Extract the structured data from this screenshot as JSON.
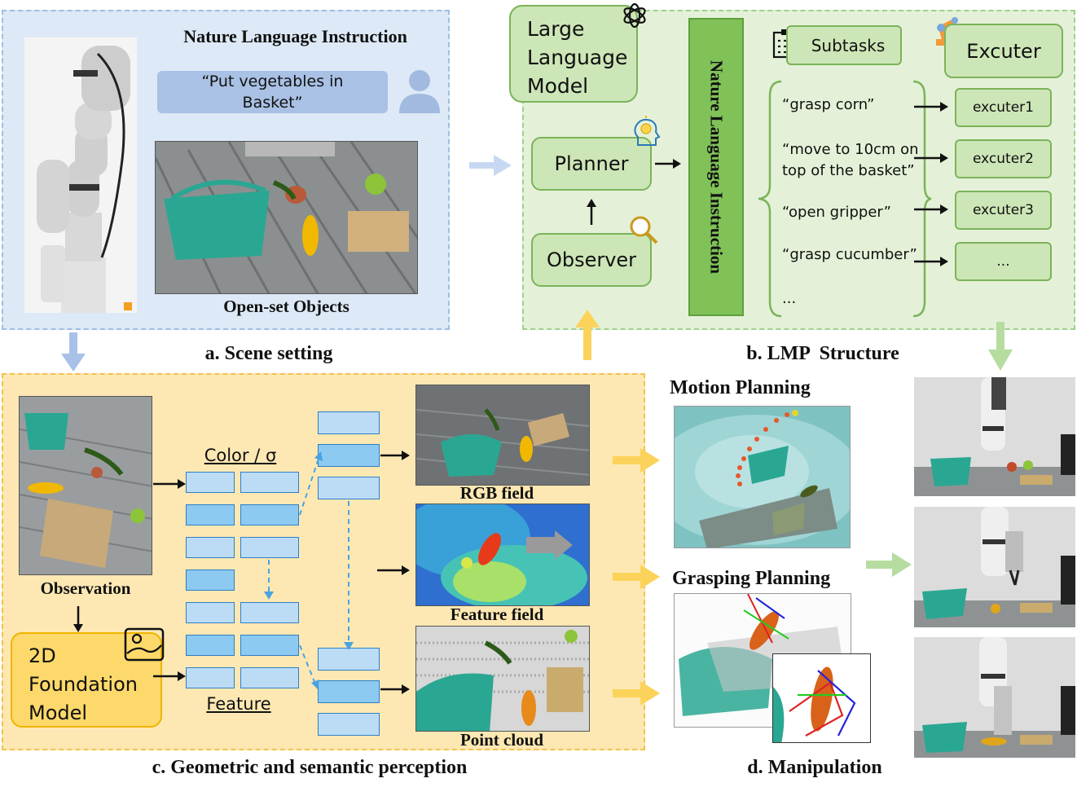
{
  "panel_a": {
    "instruction_title": "Nature Language Instruction",
    "instruction_quote": "“Put vegetables in Basket”",
    "objects_caption": "Open-set Objects",
    "caption": "a. Scene setting"
  },
  "panel_b": {
    "llm_label": "Large Language Model",
    "planner_label": "Planner",
    "observer_label": "Observer",
    "vertical_label": "Nature Language Instruction",
    "subtasks_label": "Subtasks",
    "excuter_label": "Excuter",
    "subtasks": [
      "“grasp corn”",
      "“move to 10cm on top of the basket”",
      "“open gripper”",
      "“grasp cucumber”",
      "..."
    ],
    "excuters": [
      "excuter1",
      "excuter2",
      "excuter3",
      "..."
    ],
    "caption": "b. LMP  Structure"
  },
  "panel_c": {
    "observation_label": "Observation",
    "foundation_label": "2D Foundation Model",
    "color_sigma_label": "Color / σ",
    "feature_label": "Feature",
    "rgb_field_label": "RGB field",
    "feature_field_label": "Feature field",
    "point_cloud_label": "Point cloud",
    "caption": "c. Geometric and semantic perception"
  },
  "panel_d": {
    "motion_label": "Motion Planning",
    "grasping_label": "Grasping Planning",
    "caption": "d. Manipulation"
  },
  "colors": {
    "panel_a_bg": "#dde9f6",
    "panel_b_bg": "#e4f1d8",
    "panel_c_bg": "#fde8b3",
    "green_box": "#cde6b7",
    "yellow_box": "#fcd96a",
    "mlp_light": "#bcdcf6",
    "mlp_dark": "#8ccaf2"
  }
}
